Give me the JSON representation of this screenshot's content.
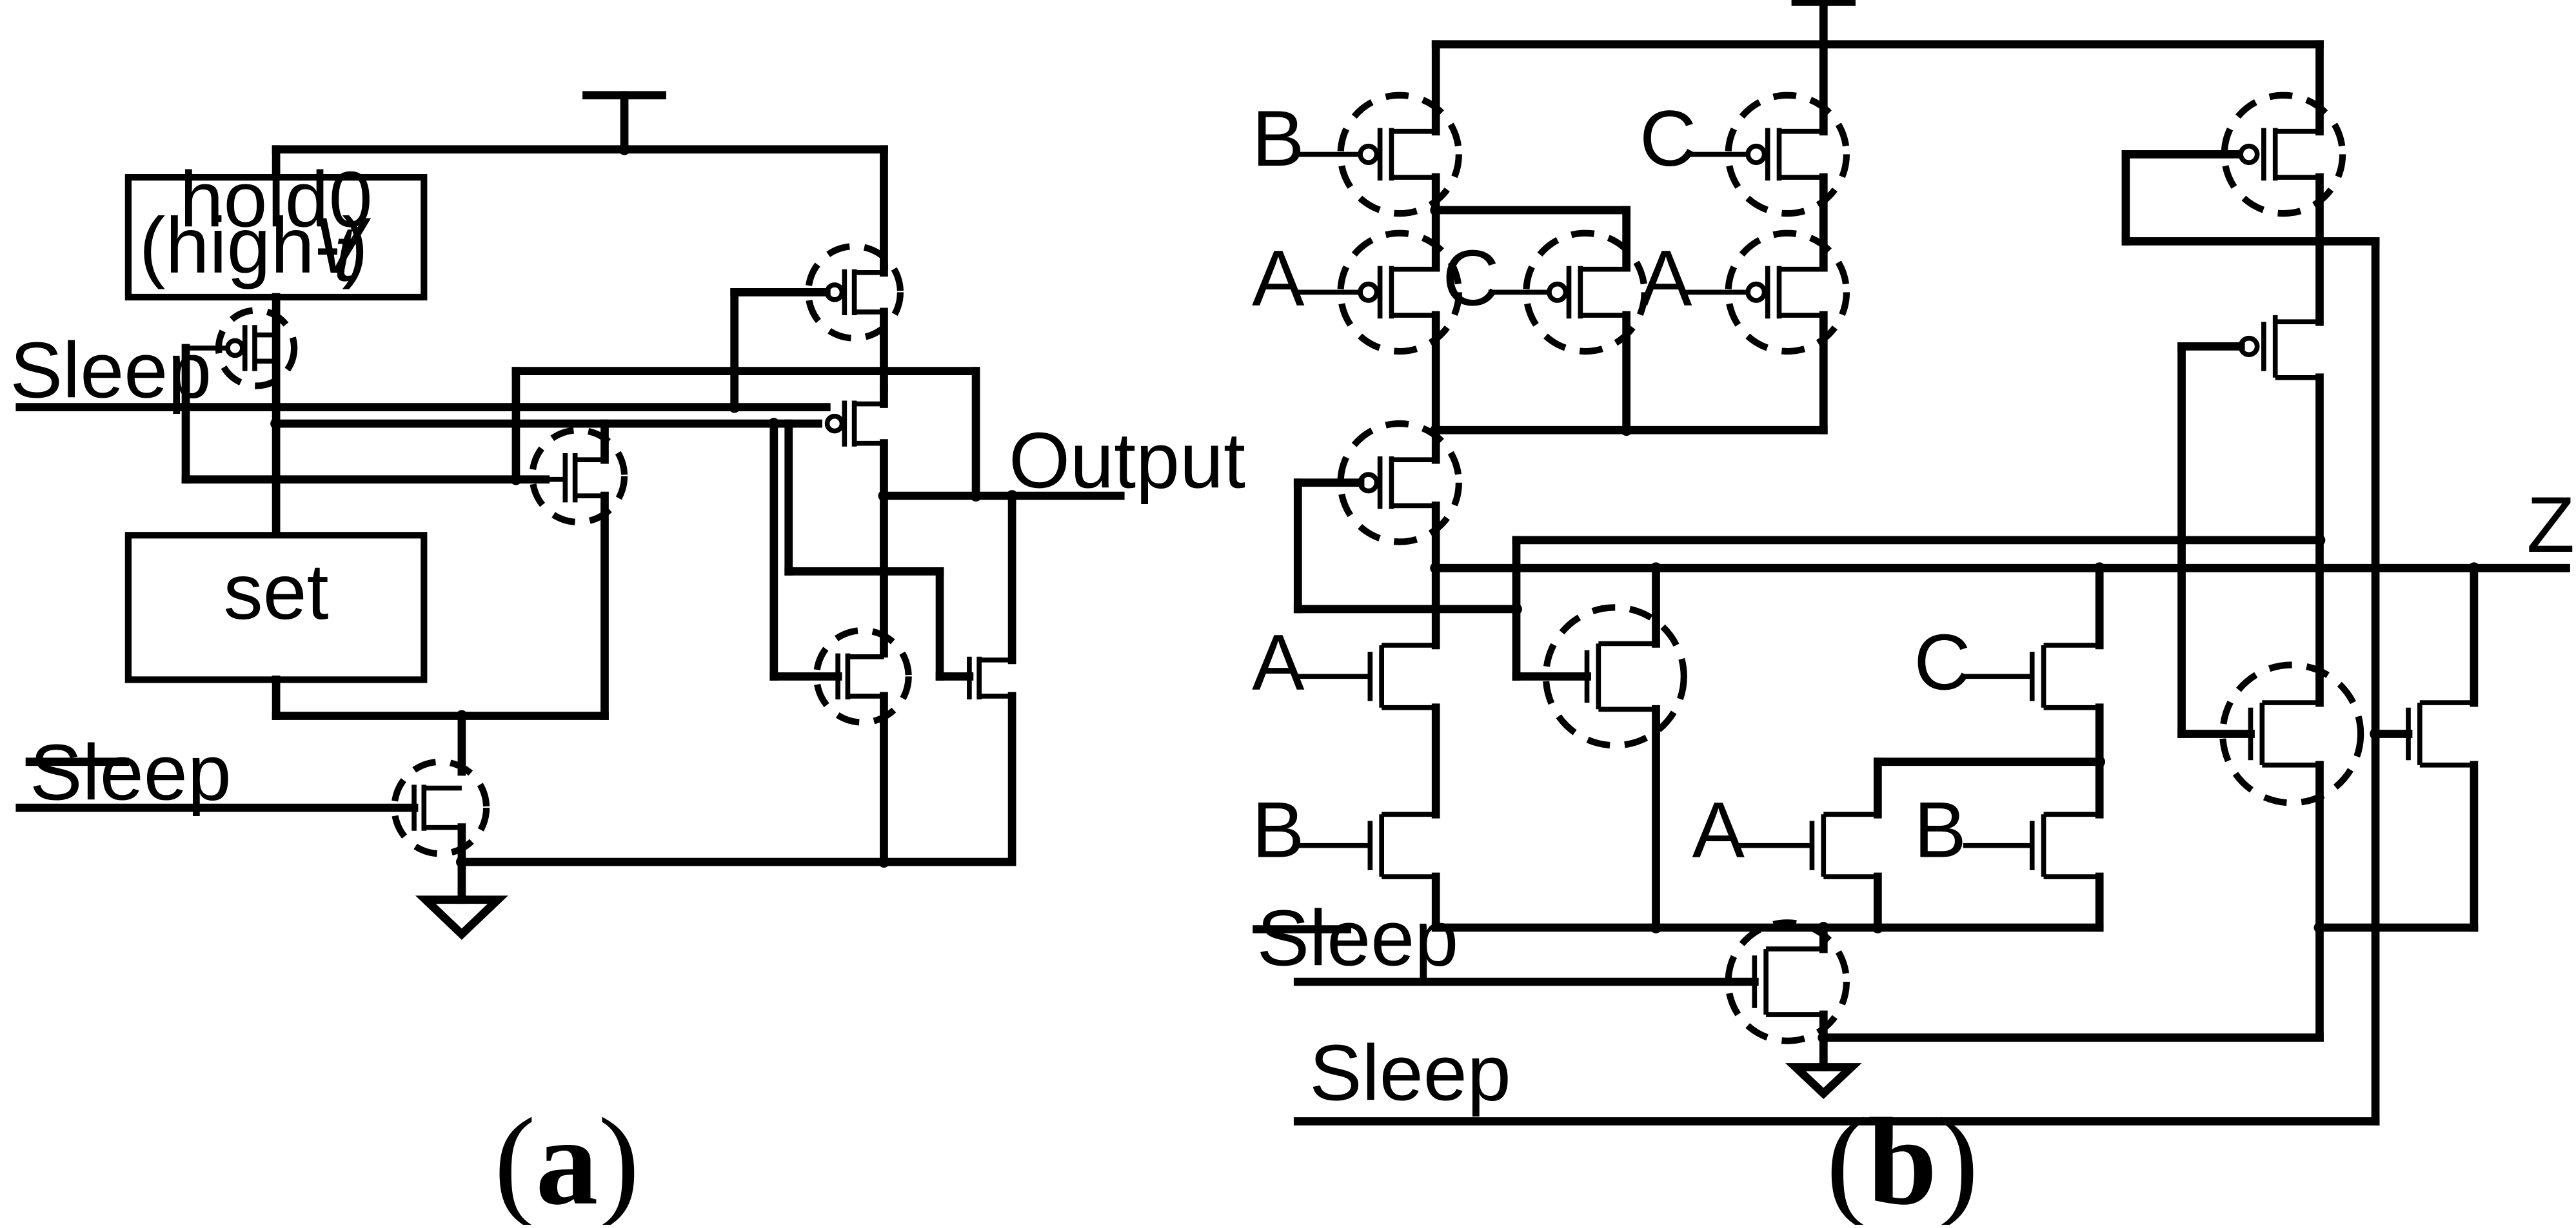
{
  "panel_a": {
    "box_hold0_line1": "hold0",
    "box_hold0_line2": "(high-",
    "box_hold0_vt": "V",
    "box_hold0_sub": "t",
    "box_hold0_close": ")",
    "box_set": "set",
    "sleep": "Sleep",
    "sleep_bar": "Sleep",
    "output": "Output",
    "caption_open": "(",
    "caption_letter": "a",
    "caption_close": ")"
  },
  "panel_b": {
    "inputs": [
      "B",
      "C",
      "A",
      "C",
      "A",
      "A",
      "B",
      "C",
      "A",
      "B"
    ],
    "output": "Z",
    "sleep_bar": "Sleep",
    "sleep": "Sleep",
    "caption_open": "(",
    "caption_letter": "b",
    "caption_close": ")"
  }
}
